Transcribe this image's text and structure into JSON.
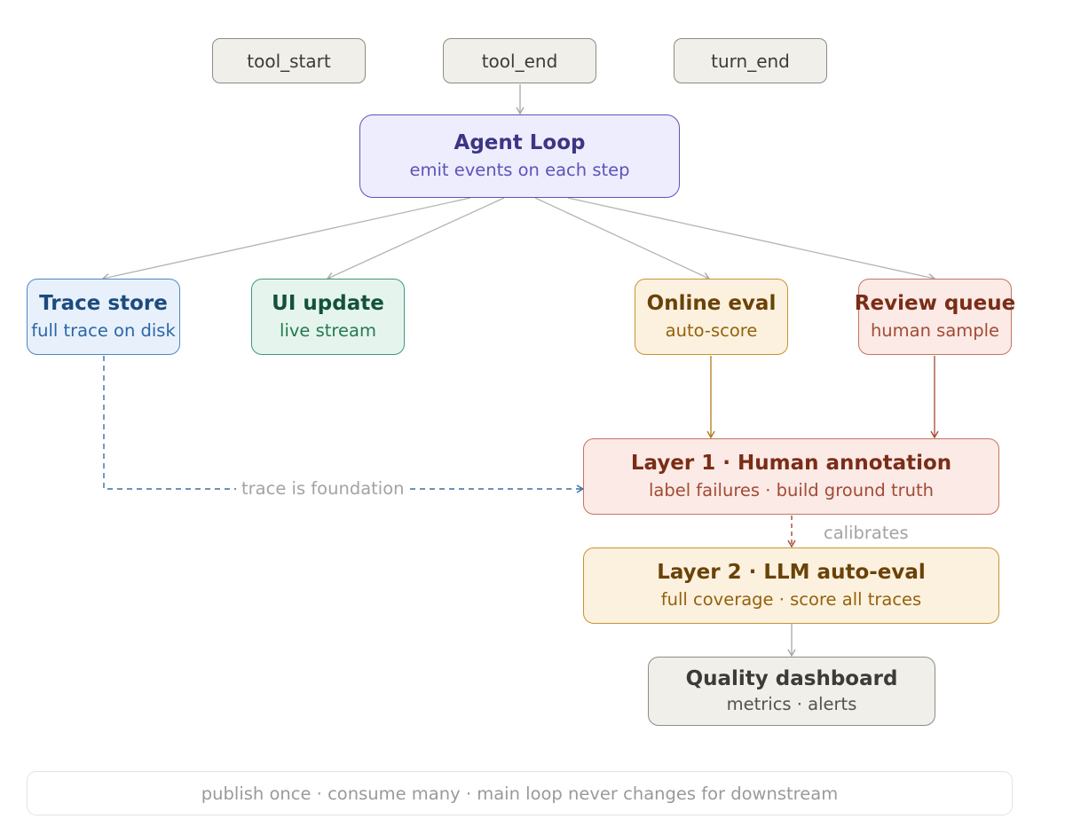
{
  "events": [
    {
      "label": "tool_start"
    },
    {
      "label": "tool_end"
    },
    {
      "label": "turn_end"
    }
  ],
  "agent_loop": {
    "title": "Agent Loop",
    "subtitle": "emit events on each step"
  },
  "consumers": {
    "trace_store": {
      "title": "Trace store",
      "subtitle": "full trace on disk"
    },
    "ui_update": {
      "title": "UI update",
      "subtitle": "live stream"
    },
    "online_eval": {
      "title": "Online eval",
      "subtitle": "auto-score"
    },
    "review_queue": {
      "title": "Review queue",
      "subtitle": "human sample"
    }
  },
  "layer1": {
    "title": "Layer 1 · Human annotation",
    "subtitle": "label failures · build ground truth"
  },
  "layer2": {
    "title": "Layer 2 · LLM auto-eval",
    "subtitle": "full coverage · score all traces"
  },
  "dashboard": {
    "title": "Quality dashboard",
    "subtitle": "metrics · alerts"
  },
  "edge_labels": {
    "trace_foundation": "trace is foundation",
    "calibrates": "calibrates"
  },
  "footer": {
    "text": "publish once · consume many · main loop never changes for downstream"
  },
  "colors": {
    "event": "#f1efea",
    "agent": "#eeedfd",
    "trace": "#e8f1fb",
    "ui": "#e5f5ee",
    "online": "#fcf1de",
    "review": "#fbeae6",
    "layer1": "#fbeae6",
    "layer2": "#fcf1de",
    "dashboard": "#f1efea"
  }
}
